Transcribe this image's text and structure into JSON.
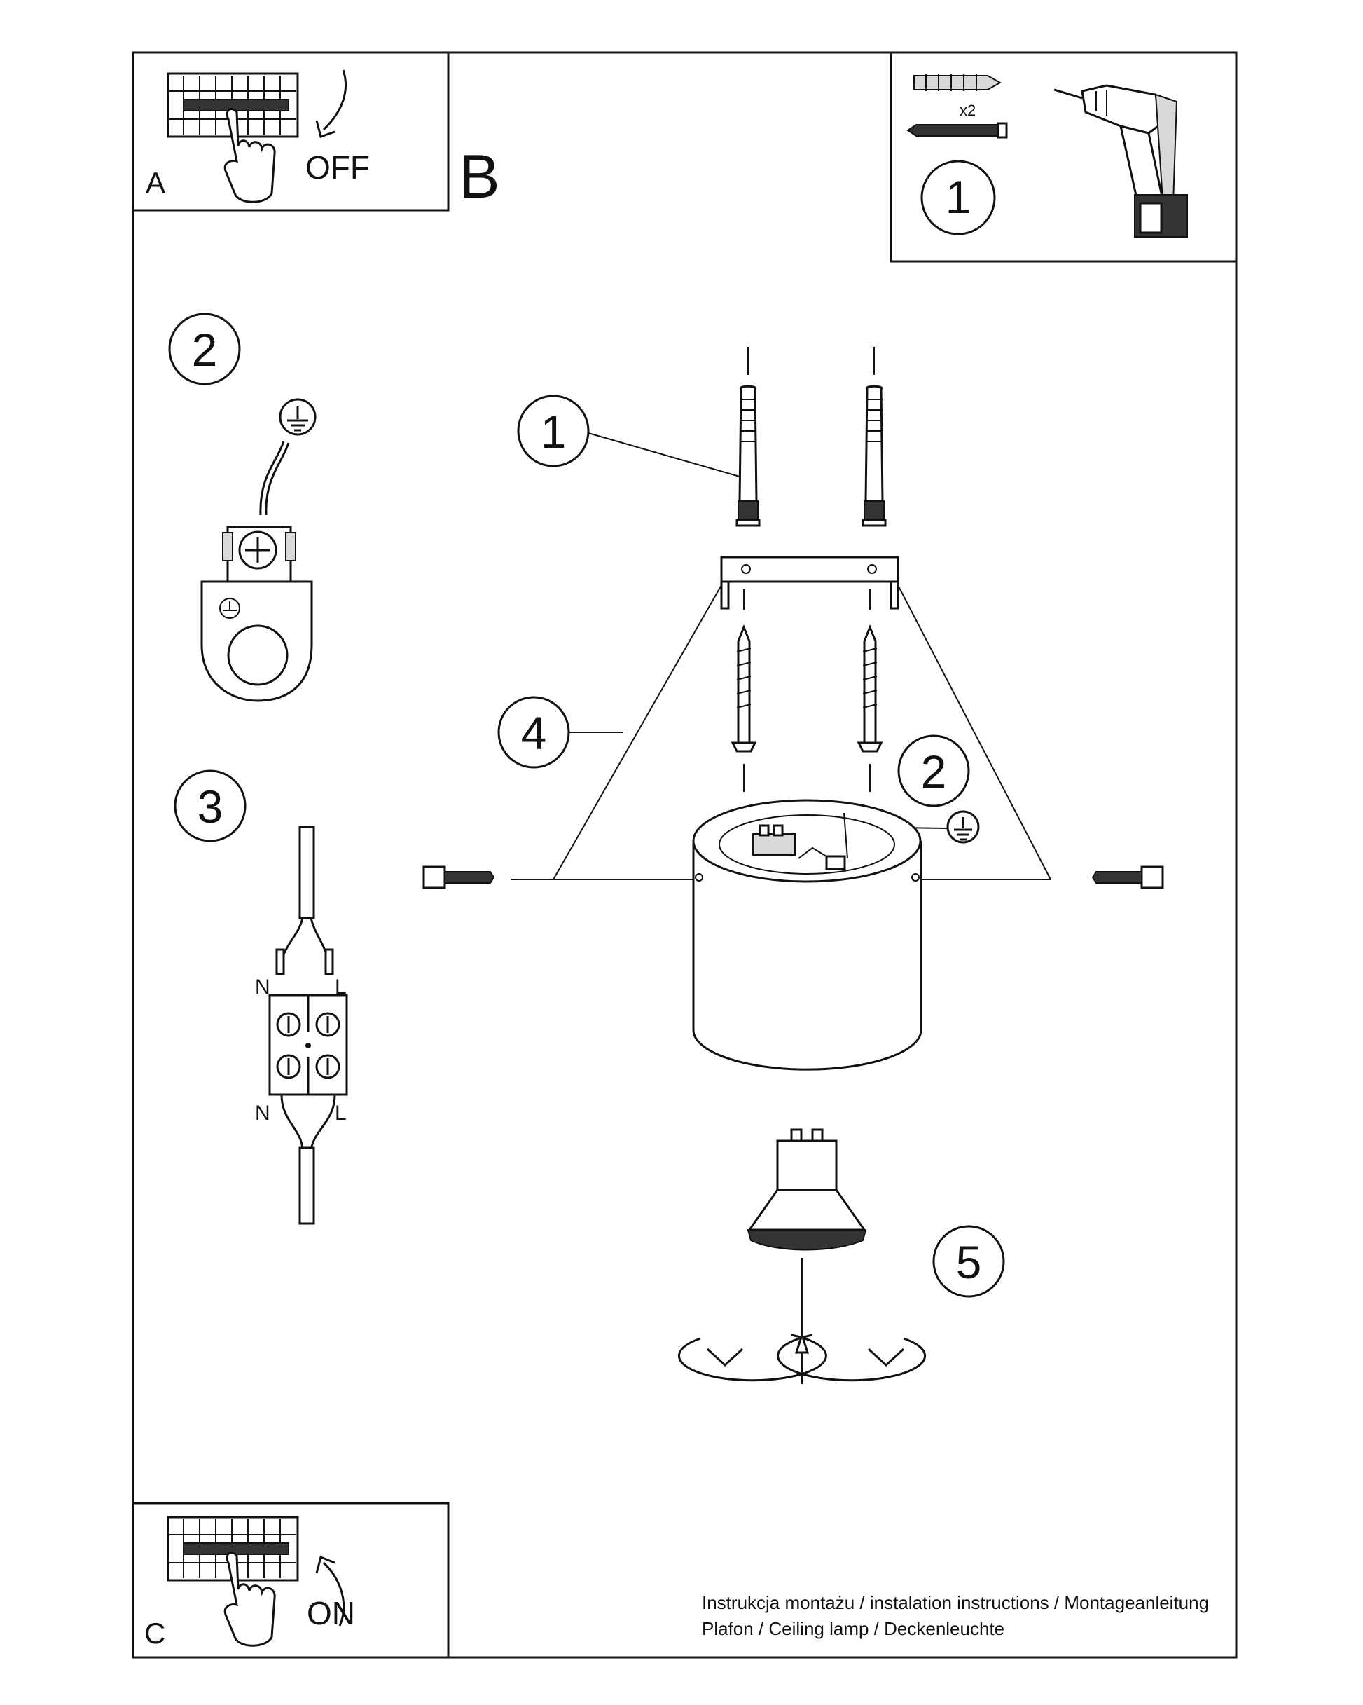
{
  "panels": {
    "a": {
      "letter": "A",
      "state": "OFF",
      "icon": "circuit-breaker-off-icon"
    },
    "b": {
      "letter": "B"
    },
    "c": {
      "letter": "C",
      "state": "ON",
      "icon": "circuit-breaker-on-icon"
    }
  },
  "tools": {
    "quantity": "x2",
    "step": "1",
    "icons": [
      "wall-plug-icon",
      "screw-icon",
      "drill-icon"
    ]
  },
  "steps": {
    "earth_detail": "2",
    "wiring_detail": "3",
    "plug": "1",
    "canopy": "4",
    "earth": "2",
    "bulb": "5"
  },
  "wiring": {
    "n_top": "N",
    "l_top": "L",
    "n_bottom": "N",
    "l_bottom": "L"
  },
  "footer": {
    "line1": "Instrukcja montażu / instalation instructions / Montageanleitung",
    "line2": "Plafon / Ceiling lamp / Deckenleuchte"
  }
}
